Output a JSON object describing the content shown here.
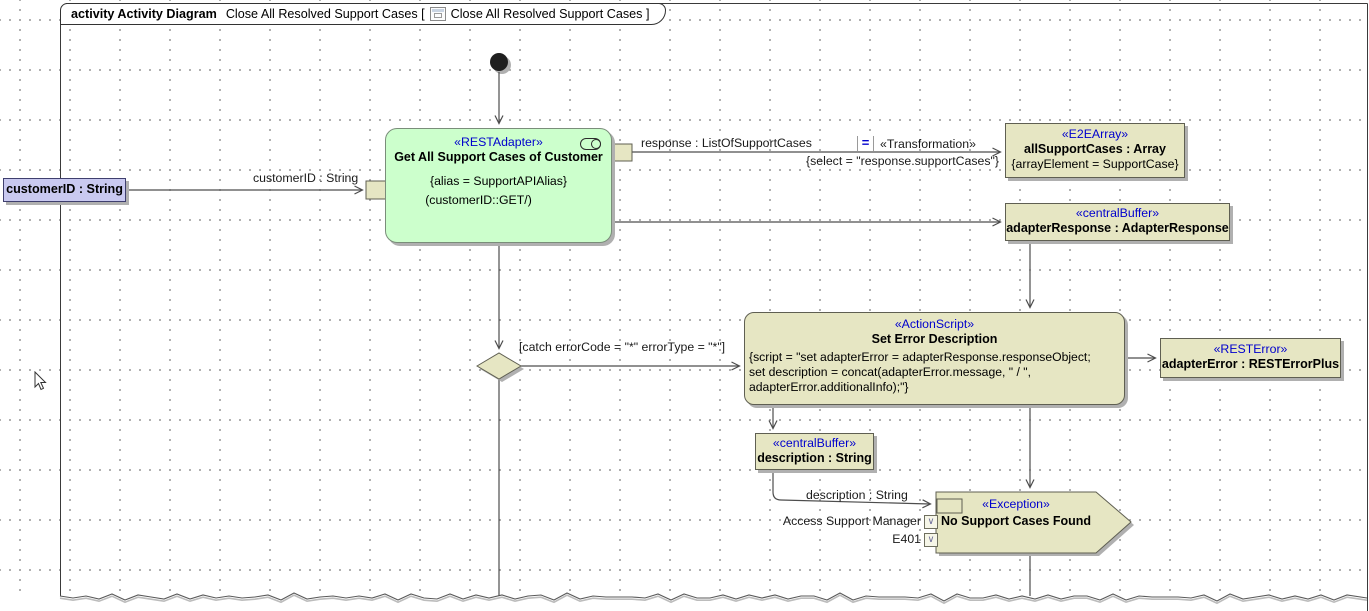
{
  "frame": {
    "keyword": "activity Activity Diagram",
    "name": "Close All Resolved Support Cases [",
    "ref": "Close All Resolved Support Cases ]"
  },
  "colors": {
    "action_green": "#ccffcc",
    "element_beige": "#e6e6c3",
    "parameter_lavender": "#c9c9f0",
    "stereotype_blue": "#0000cd",
    "line_gray": "#4d4d4d"
  },
  "nodes": {
    "customer_id_param": {
      "label": "customerID : String"
    },
    "rest_adapter": {
      "stereotype": "«RESTAdapter»",
      "name": "Get All Support Cases of Customer",
      "alias_tag": "{alias = SupportAPIAlias}",
      "signature": "(customerID::GET/)"
    },
    "e2e_array": {
      "stereotype": "«E2EArray»",
      "name": "allSupportCases : Array",
      "tag": "{arrayElement = SupportCase}"
    },
    "adapter_response_buffer": {
      "stereotype": "«centralBuffer»",
      "name": "adapterResponse : AdapterResponse"
    },
    "action_script": {
      "stereotype": "«ActionScript»",
      "name": "Set Error Description",
      "script_line1": "{script = \"set adapterError = adapterResponse.responseObject;",
      "script_line2": "set description = concat(adapterError.message, \" / \",",
      "script_line3": "adapterError.additionalInfo);\"}"
    },
    "rest_error": {
      "stereotype": "«RESTError»",
      "name": "adapterError : RESTErrorPlus"
    },
    "description_buffer": {
      "stereotype": "«centralBuffer»",
      "name": "description : String"
    },
    "exception": {
      "stereotype": "«Exception»",
      "name": "No Support Cases Found",
      "pin_labels": [
        "Access Support Manager",
        "E401"
      ],
      "pin_glyph": "∨"
    }
  },
  "edges": {
    "customer_id_label": "customerID : String",
    "response_label": "response : ListOfSupportCases",
    "transformation_icon": "=",
    "transformation_label": "«Transformation»",
    "select_tag": "{select = \"response.supportCases\"}",
    "catch_guard": "[catch errorCode = \"*\" errorType = \"*\"]",
    "description_label": "description : String"
  }
}
